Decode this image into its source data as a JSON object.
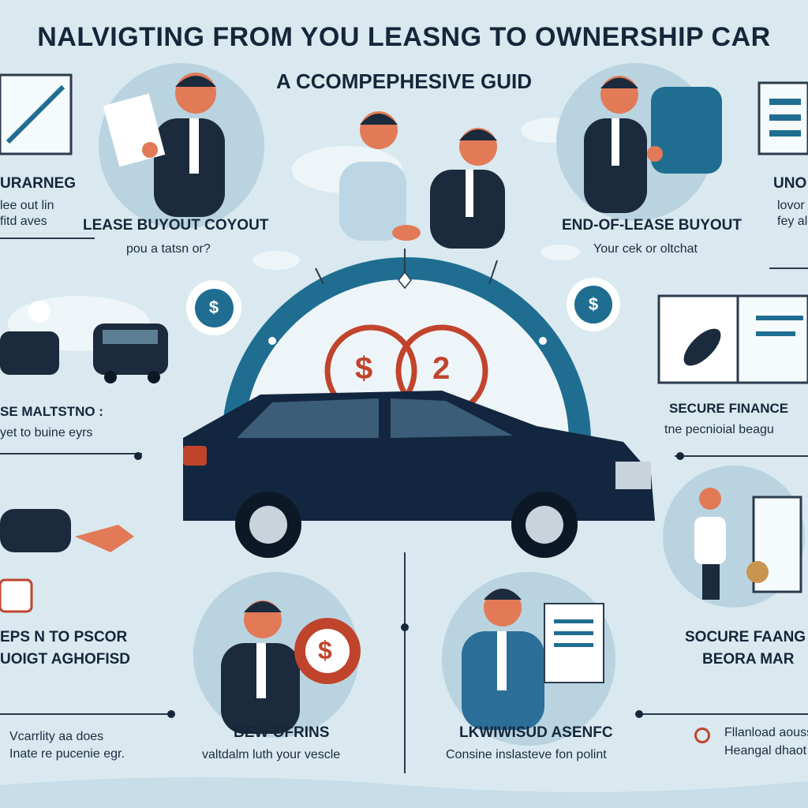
{
  "title": "NALVIGTING FROM YOU  LEASNG TO OWNERSHIP CAR",
  "subtitle": "A CCOMPEPHESIVE GUID",
  "sections": {
    "top_left_edge": {
      "heading": "URARNEG",
      "sub1": "lee out lin",
      "sub2": "fitd aves"
    },
    "top_left": {
      "heading": "LEASE BUYOUT COYOUT",
      "sub": "pou a tatsn or?"
    },
    "top_right": {
      "heading": "END-OF-LEASE BUYOUT",
      "sub": "Your cek or oltchat"
    },
    "top_right_edge": {
      "heading": "UNO",
      "sub1": "lovor",
      "sub2": "fey al"
    },
    "mid_left": {
      "heading": "SE MALTSTNO :",
      "sub": "yet to buine eyrs"
    },
    "mid_right": {
      "heading": "SECURE FINANCE",
      "sub": "tne pecnioial beagu"
    },
    "low_left": {
      "heading1": "EPS N TO PSCOR",
      "heading2": "UOIGT AGHOFISD",
      "sub1": "Vcarrlity aa does",
      "sub2": "Inate re pucenie egr."
    },
    "bottom_center_left": {
      "heading": "BEW OFRINS",
      "sub": "valtdalm luth your vescle"
    },
    "bottom_center_right": {
      "heading": "LKWIWISUD ASENFC",
      "sub": "Consine inslasteve fon polint"
    },
    "low_right": {
      "heading1": "SOCURE FAANG",
      "heading2": "BEORA MAR",
      "sub1": "Fllanload aouss",
      "sub2": "Heangal dhaot"
    }
  },
  "badges": {
    "dollar": "$",
    "arc_left": "$",
    "arc_right": "2"
  },
  "colors": {
    "background": "#d9e9ef",
    "navy": "#16263a",
    "teal": "#1f6e92",
    "accent_red": "#c0442c",
    "circle": "#b9d4e0",
    "car": "#13263f"
  }
}
